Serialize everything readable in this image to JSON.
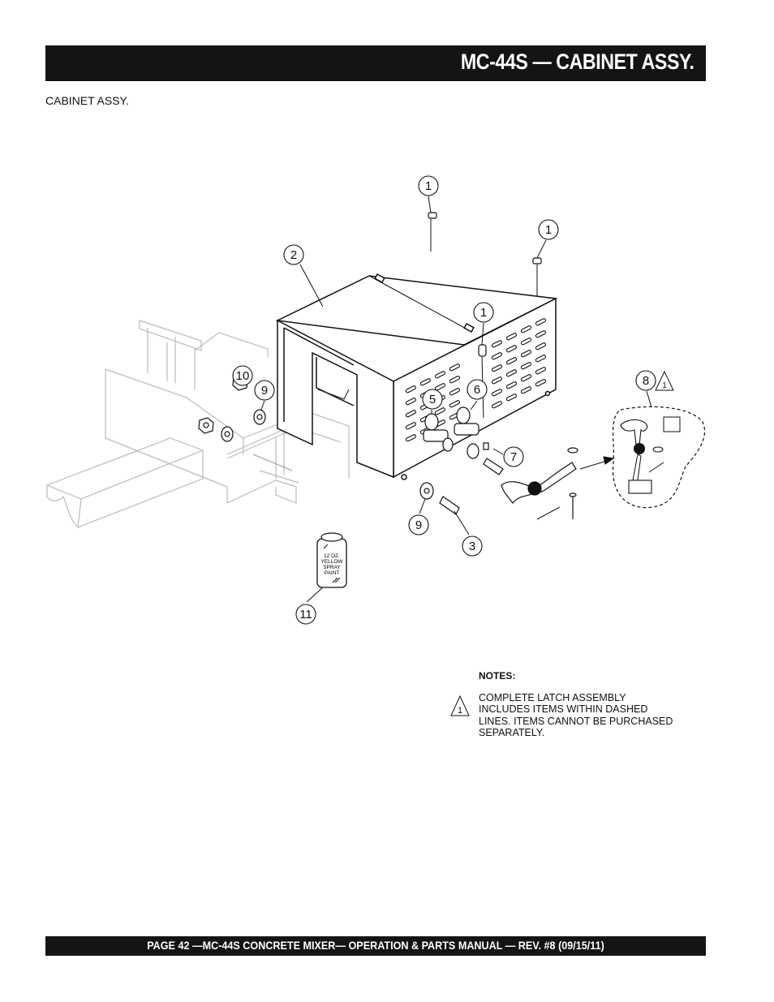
{
  "header": {
    "title": "MC-44S — CABINET ASSY."
  },
  "subtitle": "CABINET ASSY.",
  "callouts": [
    {
      "label": "1"
    },
    {
      "label": "1"
    },
    {
      "label": "2"
    },
    {
      "label": "1"
    },
    {
      "label": "10"
    },
    {
      "label": "9"
    },
    {
      "label": "5"
    },
    {
      "label": "6"
    },
    {
      "label": "8"
    },
    {
      "label": "7"
    },
    {
      "label": "9"
    },
    {
      "label": "3"
    },
    {
      "label": "11"
    }
  ],
  "note_marker": "1",
  "paint_can": {
    "lines": [
      "12 OZ.",
      "YELLOW",
      "SPRAY",
      "PAINT"
    ]
  },
  "notes": {
    "title": "NOTES:",
    "lines": [
      "COMPLETE LATCH ASSEMBLY",
      "INCLUDES ITEMS WITHIN DASHED",
      "LINES. ITEMS CANNOT BE PURCHASED",
      "SEPARATELY."
    ]
  },
  "footer": {
    "text": "PAGE 42 —MC-44S CONCRETE MIXER— OPERATION & PARTS MANUAL — REV. #8 (09/15/11)"
  }
}
